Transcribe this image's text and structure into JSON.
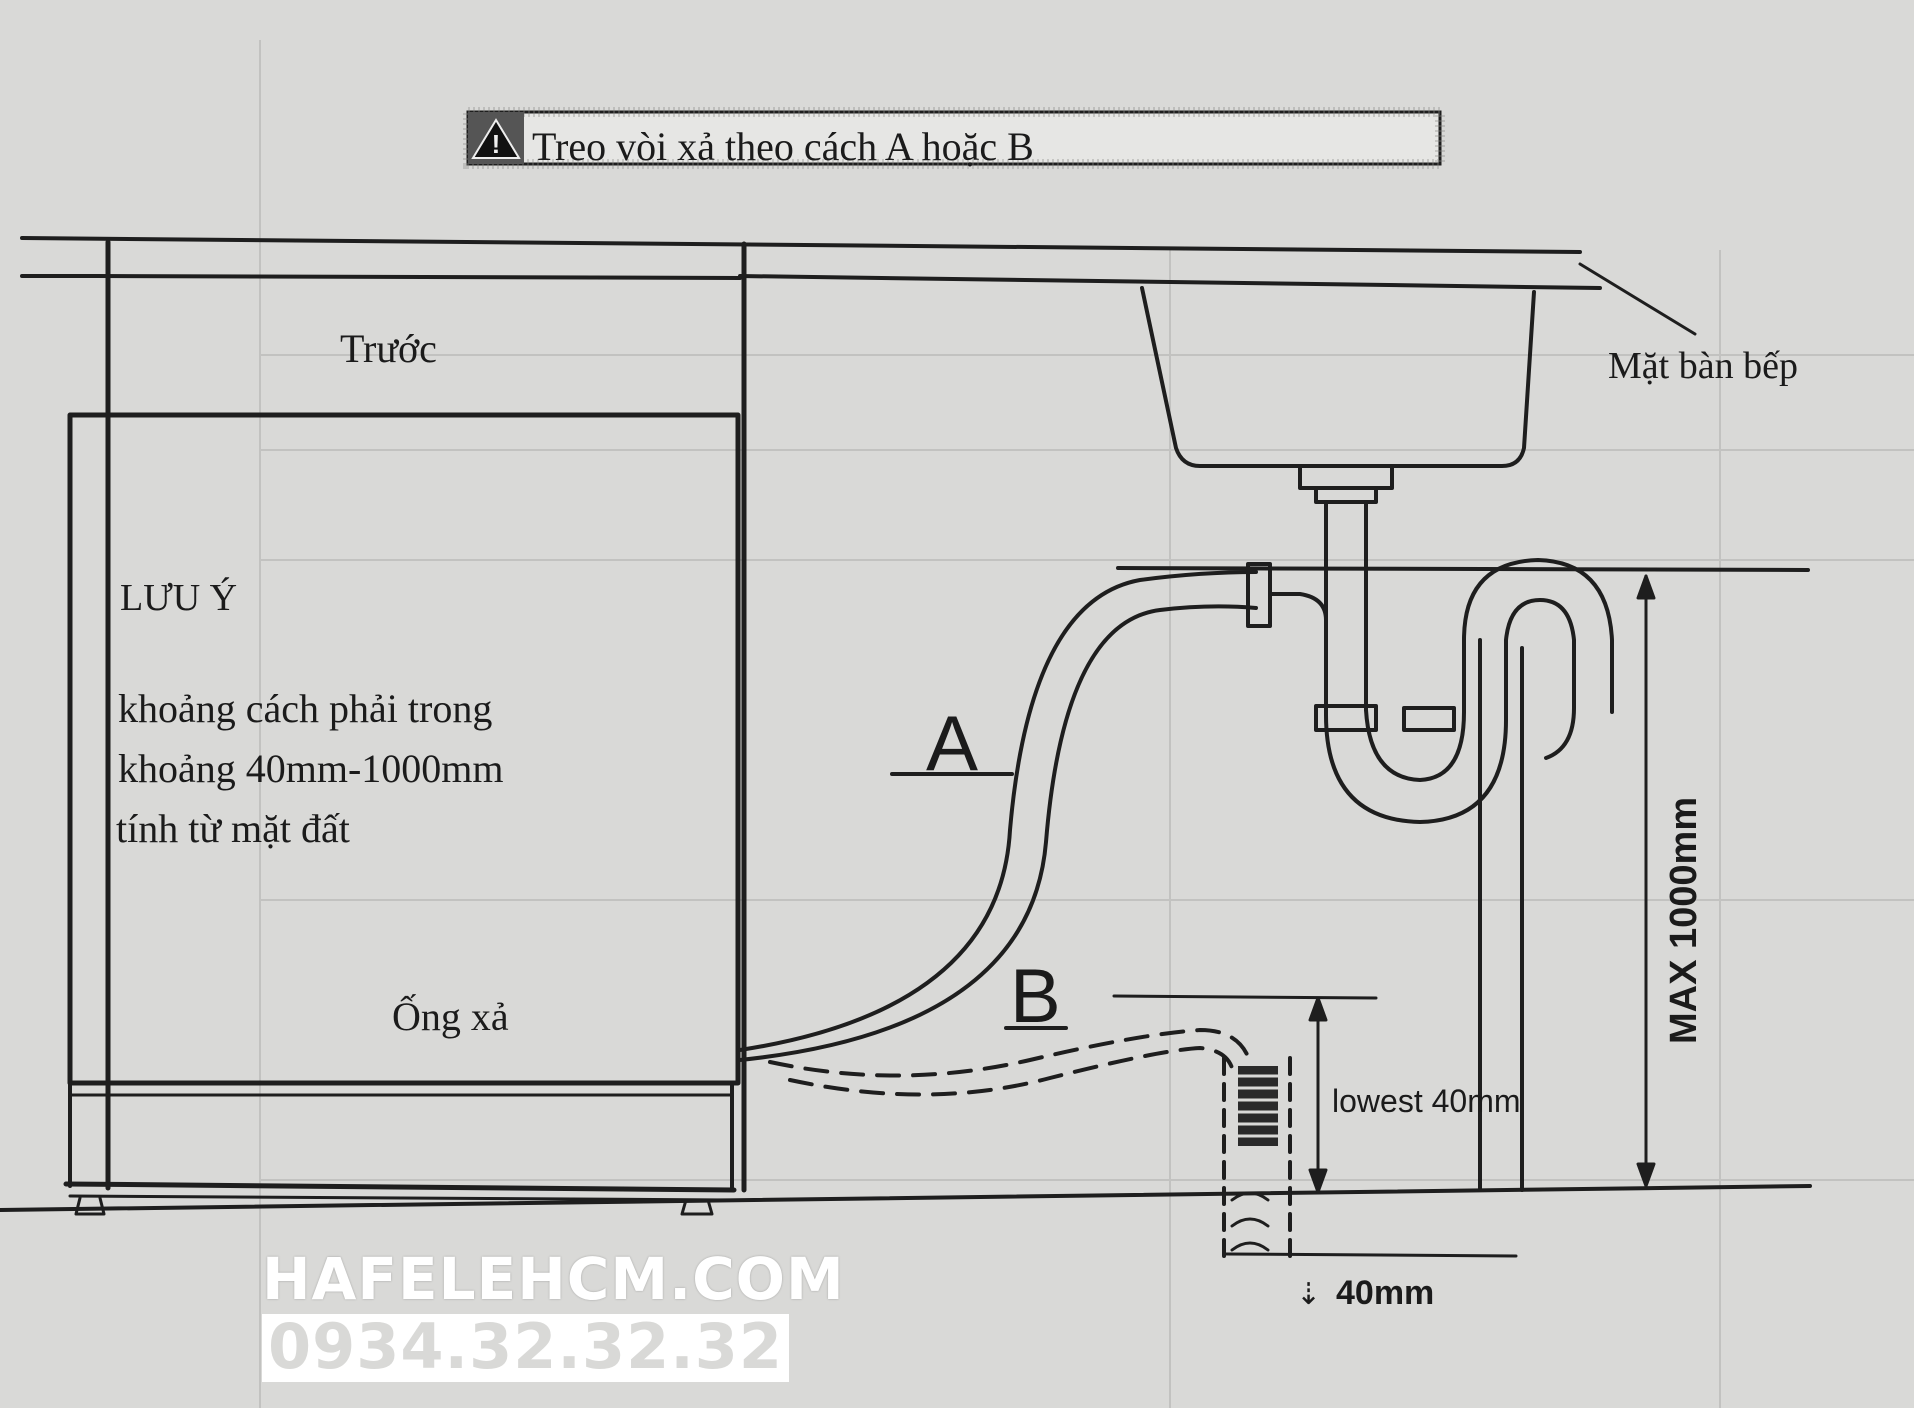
{
  "banner": {
    "icon": "warning-triangle-icon",
    "text": "Treo vòi xả theo cách A hoặc B"
  },
  "labels": {
    "front": "Trước",
    "countertop": "Mặt bàn bếp",
    "note_title": "LƯU Ý",
    "note_line1": "khoảng cách phải trong",
    "note_line2": "khoảng 40mm-1000mm",
    "note_line3": "tính từ mặt đất",
    "drain_hose": "Ống xả",
    "option_a": "A",
    "option_b": "B",
    "max_height": "MAX 1000mm",
    "lowest_height": "lowest 40mm",
    "depth": "40mm",
    "depth_symbol": "⇣"
  },
  "watermark": {
    "site": "HAFELEHCM.COM",
    "phone": "0934.32.32.32"
  },
  "colors": {
    "paper": "#d9d9d7",
    "ink": "#1e1e1e",
    "watermark": "#ffffff"
  }
}
